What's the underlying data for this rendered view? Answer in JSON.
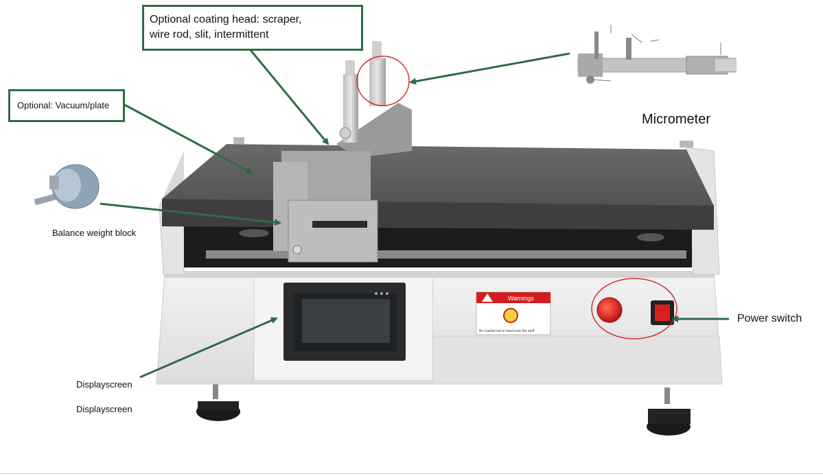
{
  "callouts": {
    "coating_head": {
      "line1": "Optional coating head: scraper,",
      "line2": "wire rod, slit, intermittent"
    },
    "vacuum": "Optional: Vacuum/plate",
    "micrometer": "Micrometer",
    "balance_weight": "Balance weight block",
    "display_1": "Displayscreen",
    "display_2": "Displayscreen",
    "power_switch": "Power switch"
  },
  "warning_label": {
    "title": "Warnings",
    "caption": "Be Careful not to hand over the stuff"
  },
  "colors": {
    "arrow": "#2e6b45",
    "highlight_circle": "#d22b2b",
    "machine_body": "#e9e9e9",
    "bed": "#555555"
  },
  "icons": {
    "power_indicator": "red-lamp-icon",
    "power_switch": "rocker-switch-icon",
    "warning": "warning-icon"
  }
}
